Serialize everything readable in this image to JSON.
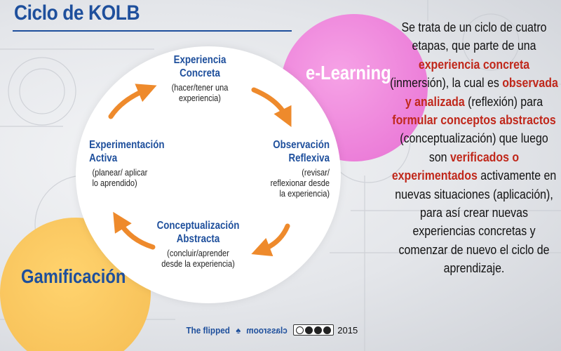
{
  "title": "Ciclo de KOLB",
  "circles": {
    "elearning": "e-Learning",
    "gamificacion": "Gamificación"
  },
  "stages": [
    {
      "name_line1": "Experiencia",
      "name_line2": "Concreta",
      "desc_line1": "(hacer/tener una",
      "desc_line2": "experiencia)"
    },
    {
      "name_line1": "Observación",
      "name_line2": "Reflexiva",
      "desc_line1": "(revisar/",
      "desc_line2": "reflexionar desde",
      "desc_line3": "la experiencia)"
    },
    {
      "name_line1": "Conceptualización",
      "name_line2": "Abstracta",
      "desc_line1": "(concluir/aprender",
      "desc_line2": "desde la experiencia)"
    },
    {
      "name_line1": "Experimentación",
      "name_line2": "Activa",
      "desc_line1": "(planear/ aplicar",
      "desc_line2": "lo aprendido)"
    }
  ],
  "description": {
    "p1": "Se trata de un ciclo de cuatro etapas, que parte de una",
    "h1": "experiencia concreta",
    "p2": "(inmersión), la cual es",
    "h2": "observada y analizada",
    "p3": "(reflexión) para",
    "h3": "formular conceptos abstractos",
    "p4": "(conceptualización) que luego son",
    "h4": "verificados o experimentados",
    "p5": "activamente en nuevas situaciones (aplicación), para así crear nuevas experiencias concretas y comenzar de nuevo el ciclo de aprendizaje."
  },
  "footer": {
    "brand": "The flipped",
    "brand_flipped": "classroom",
    "license": "cc by nc nd",
    "year": "2015"
  },
  "colors": {
    "title_blue": "#1e4f9c",
    "highlight_red": "#c0281b",
    "arrow_orange": "#ee8a2c",
    "pink": "#ec7fd9",
    "yellow": "#f8c35b"
  }
}
